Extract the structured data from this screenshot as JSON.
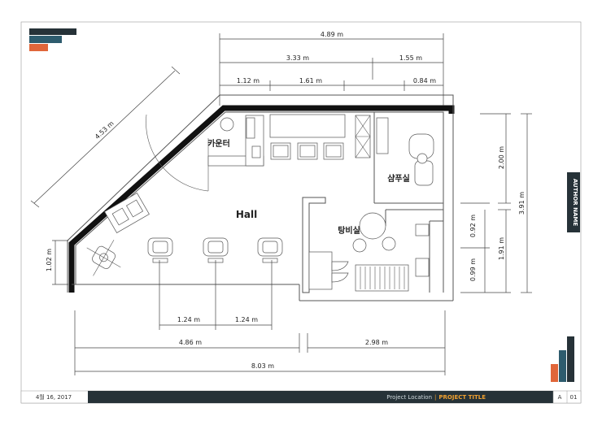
{
  "rooms": {
    "counter": "카운터",
    "hall": "Hall",
    "shampoo": "샴푸실",
    "lounge": "탕비실"
  },
  "dimensions": {
    "top_total": "4.89 m",
    "top_a": "3.33 m",
    "top_b": "1.55 m",
    "top_c1": "1.12 m",
    "top_c2": "1.61 m",
    "top_c3": "0.84 m",
    "diagonal": "4.53 m",
    "left": "1.02 m",
    "chair_gap_1": "1.24 m",
    "chair_gap_2": "1.24 m",
    "bottom_left": "4.86 m",
    "bottom_right": "2.98 m",
    "bottom_total": "8.03 m",
    "right_upper": "2.00 m",
    "right_mid": "0.92 m",
    "right_low": "0.99 m",
    "right_lower_total": "1.91 m",
    "right_total": "3.91 m"
  },
  "sidebar": {
    "author": "AUTHOR NAME"
  },
  "footer": {
    "date": "4월 16, 2017",
    "location": "Project Location",
    "separator": "|",
    "title": "PROJECT TITLE",
    "sheet_letter": "A",
    "sheet_number": "01"
  },
  "colors": {
    "dark": "#263238",
    "teal": "#2e5c6e",
    "orange": "#e0663a",
    "title_accent": "#f0a030"
  }
}
